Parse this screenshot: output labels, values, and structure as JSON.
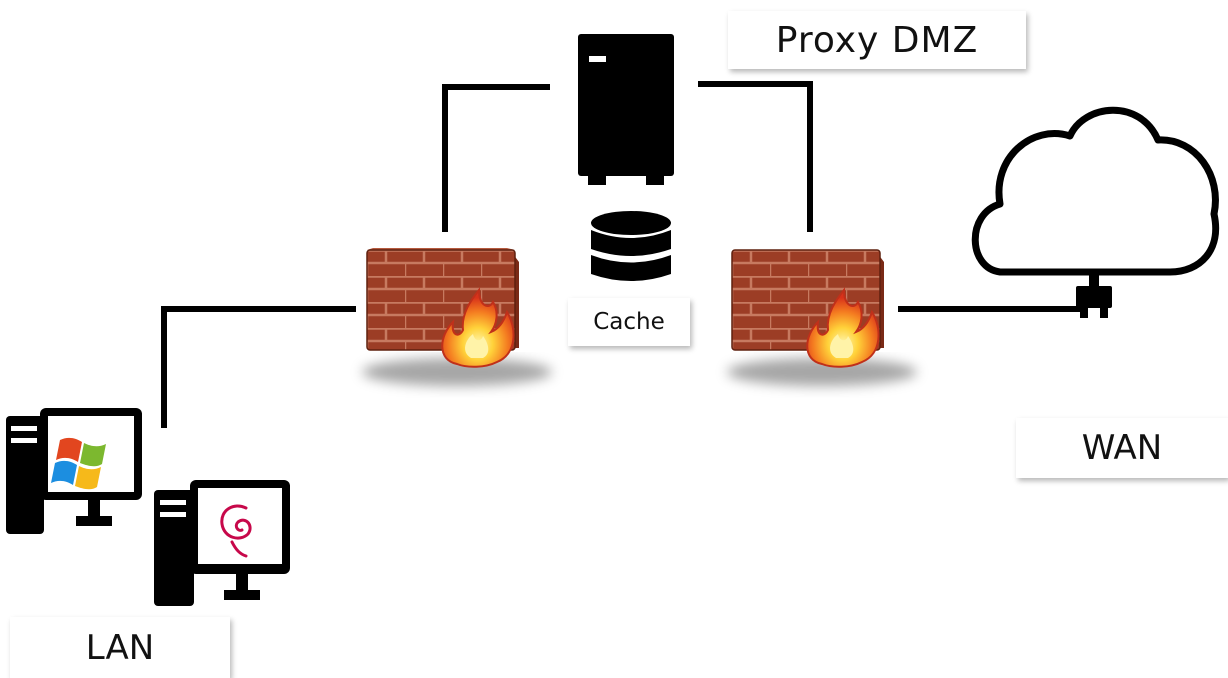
{
  "labels": {
    "proxy_dmz": "Proxy DMZ",
    "cache": "Cache",
    "wan": "WAN",
    "lan": "LAN"
  },
  "icons": {
    "proxy_server": "server-tower-icon",
    "cache": "database-icon",
    "firewall_inner": "firewall-icon",
    "firewall_outer": "firewall-icon",
    "internet": "cloud-icon",
    "lan_windows_pc": "windows-desktop-icon",
    "lan_debian_pc": "debian-desktop-icon"
  },
  "colors": {
    "line": "#000000",
    "brick": "#9a3b24",
    "mortar": "#c8735a",
    "flame_outer": "#e8401c",
    "flame_inner": "#ffd23a"
  }
}
